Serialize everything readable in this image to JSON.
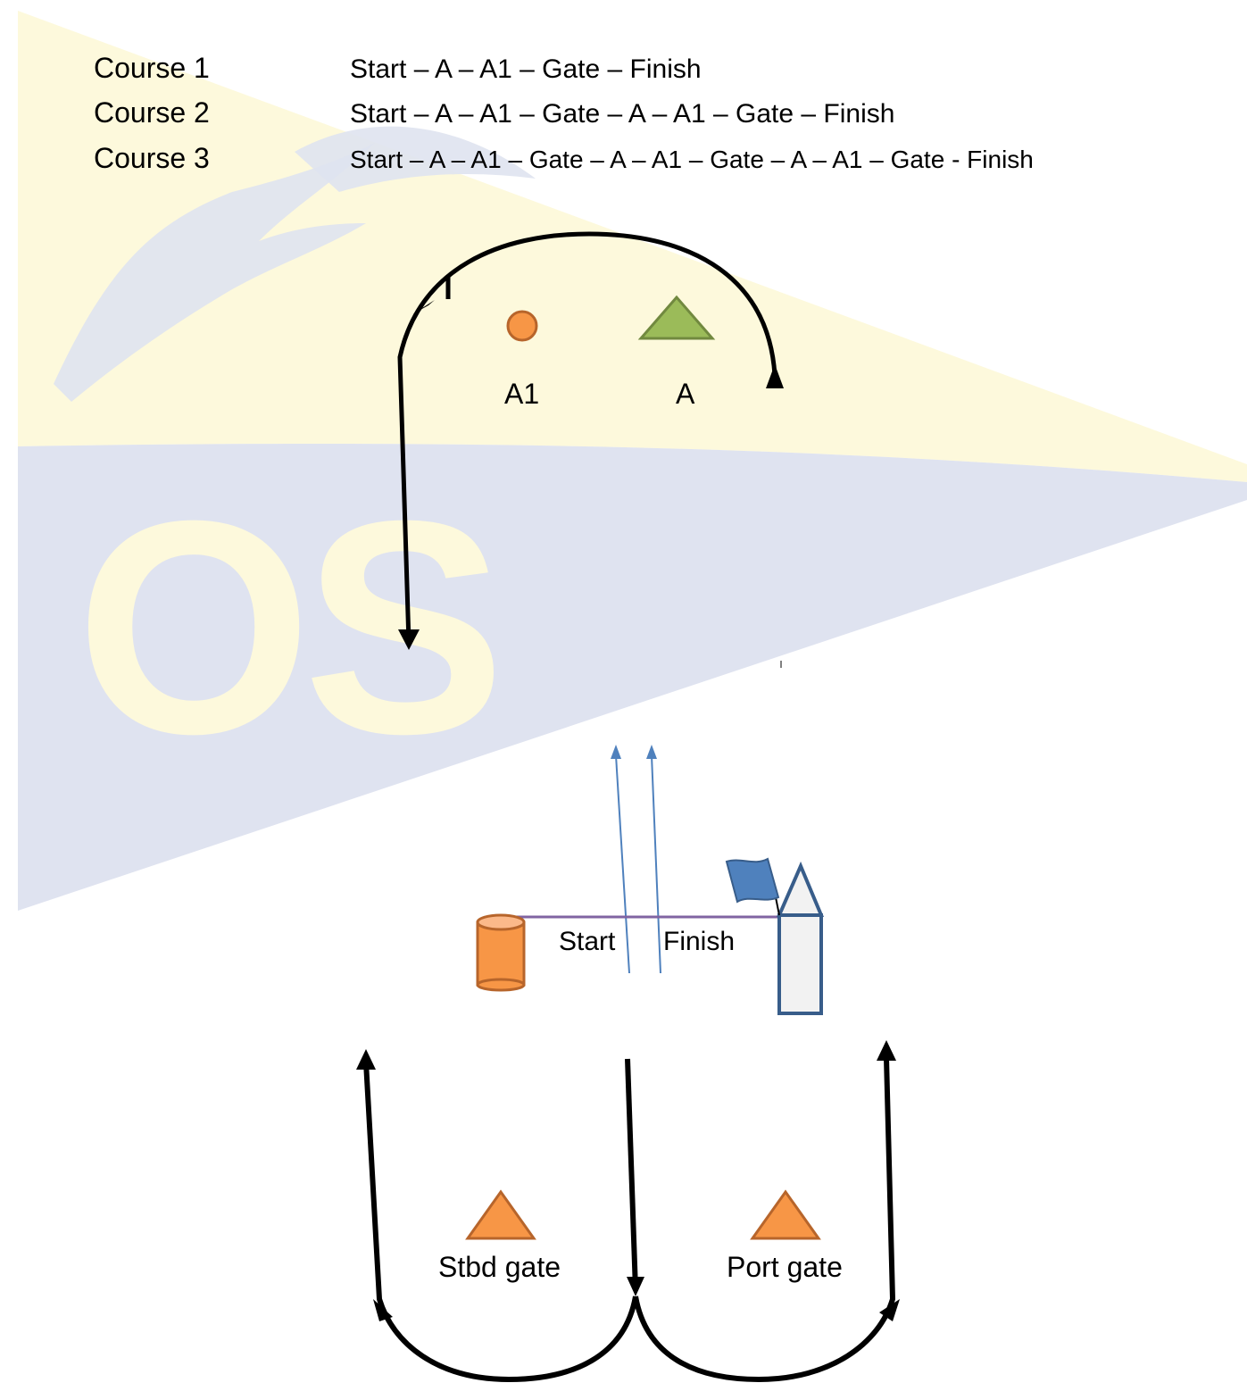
{
  "courses": [
    {
      "label": "Course 1",
      "route": "Start – A – A1 – Gate – Finish"
    },
    {
      "label": "Course 2",
      "route": "Start – A – A1 – Gate – A – A1 – Gate – Finish"
    },
    {
      "label": "Course 3",
      "route": "Start – A – A1 – Gate – A – A1 – Gate – A – A1 – Gate - Finish"
    }
  ],
  "marks": {
    "a1": "A1",
    "a": "A",
    "stbd_gate": "Stbd gate",
    "port_gate": "Port gate"
  },
  "line": {
    "start": "Start",
    "finish": "Finish"
  },
  "watermark": {
    "text": "OS"
  },
  "colors": {
    "pennant_yellow": "#fdf9dc",
    "pennant_blue": "#dfe3f0",
    "mark_orange": "#f79646",
    "mark_orange_outline": "#b7652b",
    "mark_green": "#9bbb59",
    "mark_green_outline": "#71893f",
    "flag_blue": "#4f81bd",
    "committee_boat": "#f2f2f2",
    "committee_outline": "#385d8a",
    "line_purple": "#8064a2",
    "wind_arrow": "#4f81bd",
    "course_arrow": "#000000"
  }
}
